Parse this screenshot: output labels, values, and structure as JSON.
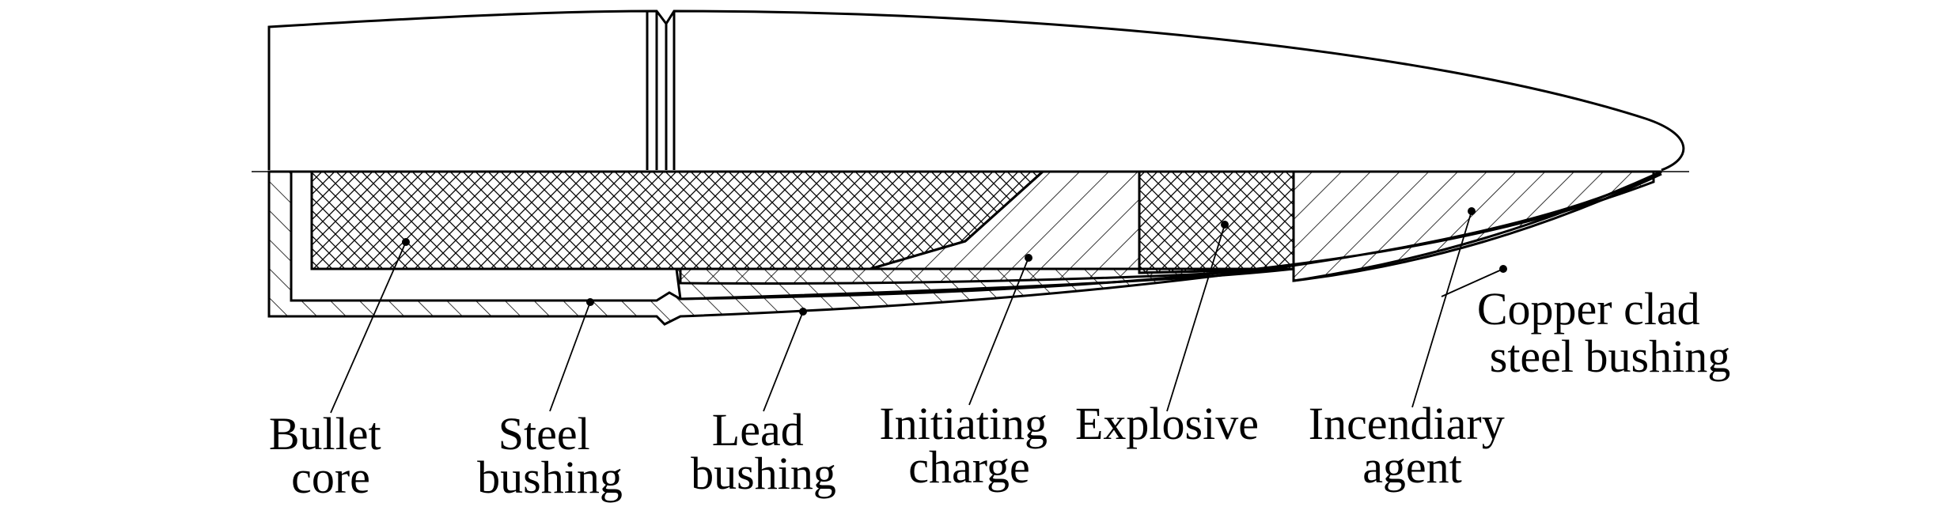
{
  "diagram": {
    "colors": {
      "line": "#000000",
      "background": "#ffffff"
    },
    "labels": [
      {
        "id": "bullet-core",
        "lines": [
          "Bullet",
          "core"
        ]
      },
      {
        "id": "steel-bushing",
        "lines": [
          "Steel",
          "bushing"
        ]
      },
      {
        "id": "lead-bushing",
        "lines": [
          "Lead",
          "bushing"
        ]
      },
      {
        "id": "initiating-charge",
        "lines": [
          "Initiating",
          "charge"
        ]
      },
      {
        "id": "explosive",
        "lines": [
          "Explosive"
        ]
      },
      {
        "id": "incendiary-agent",
        "lines": [
          "Incendiary",
          "agent"
        ]
      },
      {
        "id": "copper-clad-steel-bushing",
        "lines": [
          "Copper clad",
          "steel bushing"
        ]
      }
    ]
  }
}
